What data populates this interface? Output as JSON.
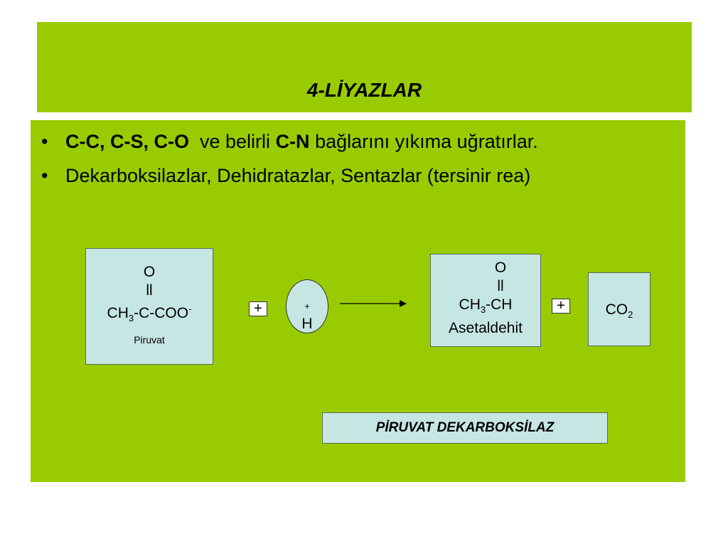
{
  "colors": {
    "slide_green": "#99cc00",
    "box_fill": "#c6e6e4",
    "background": "#ffffff"
  },
  "title": "4-LİYAZLAR",
  "bullets": [
    {
      "symbol": "•",
      "bold_1": "C-C, C-S, C-O",
      "text_1": "ve belirli",
      "bold_2": "C-N",
      "text_2": "bağlarını yıkıma uğratırlar."
    },
    {
      "symbol": "•",
      "text": "Dekarboksilazlar, Dehidratazlar, Sentazlar (tersinir rea)"
    }
  ],
  "reaction": {
    "pyruvate": {
      "oxygen": "O",
      "double_bond": "ll",
      "formula_a": "CH",
      "sub_a": "3",
      "formula_b": "-C-COO",
      "charge": "-",
      "name": "Piruvat"
    },
    "plus_1": "+",
    "proton": {
      "symbol": "H",
      "charge": "+"
    },
    "acetaldehyde": {
      "oxygen": "O",
      "double_bond": "ll",
      "formula_a": "CH",
      "sub_a": "3",
      "formula_b": "-CH",
      "name": "Asetaldehit"
    },
    "plus_2": "+",
    "co2": {
      "formula": "CO",
      "sub": "2"
    },
    "enzyme": "PİRUVAT DEKARBOKSİLAZ"
  }
}
